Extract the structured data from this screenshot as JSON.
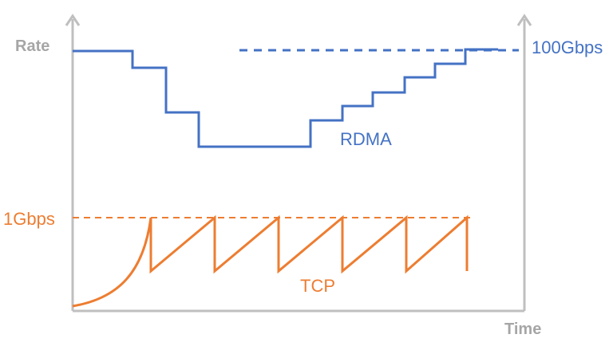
{
  "labels": {
    "y_axis": "Rate",
    "x_axis": "Time",
    "rdma_rate": "100Gbps",
    "rdma_series": "RDMA",
    "tcp_rate": "1Gbps",
    "tcp_series": "TCP"
  },
  "colors": {
    "axis": "#bfbfbf",
    "axis_label": "#a6a6a6",
    "rdma": "#4472c4",
    "tcp": "#ed7d31"
  }
}
